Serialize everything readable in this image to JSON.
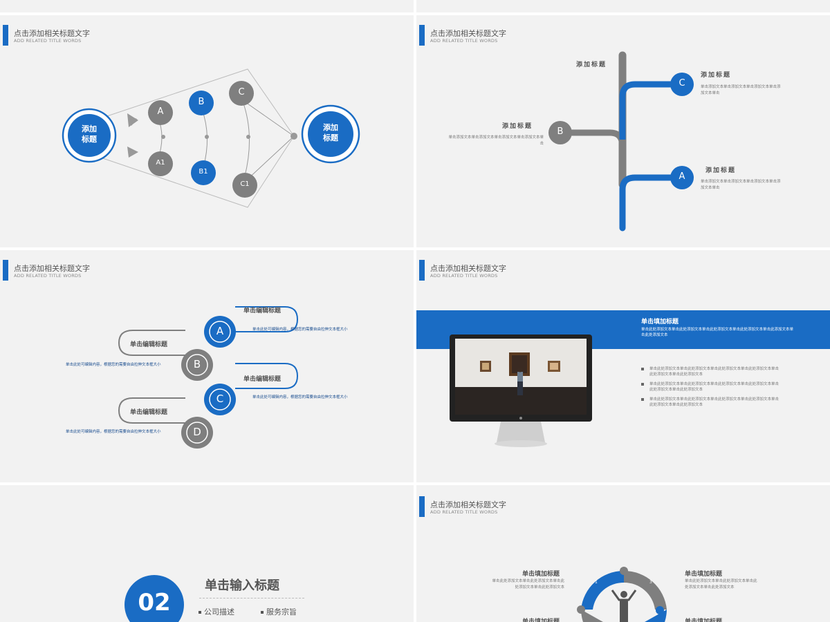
{
  "colors": {
    "accent": "#1a6cc4",
    "gray": "#7f7f7f",
    "background": "#f2f2f2"
  },
  "header": {
    "title": "点击添加相关标题文字",
    "subtitle": "ADD RELATED TITLE WORDS"
  },
  "slide_a": {
    "left_circle": [
      "添加",
      "标题"
    ],
    "right_circle": [
      "添加",
      "标题"
    ],
    "nodes": [
      "A",
      "A1",
      "B",
      "B1",
      "C",
      "C1"
    ]
  },
  "slide_b": {
    "title_top": "添加标题",
    "title_b": "添加标题",
    "title_c": "添加标题",
    "title_a": "添加标题",
    "node_b": "B",
    "node_c": "C",
    "node_a": "A",
    "text_b": "单击添加文本单击添加文本单击添加文本单击添加文本单击",
    "text_c": "单击添加文本单击添加文本单击添加文本单击添加文本单击",
    "text_a": "单击添加文本单击添加文本单击添加文本单击添加文本单击"
  },
  "slide_c": {
    "items": [
      {
        "letter": "A",
        "title": "单击编辑标题",
        "text": "单击此处可编辑内容，根据您的需要自由拉伸文本框大小"
      },
      {
        "letter": "B",
        "title": "单击编辑标题",
        "text": "单击此处可编辑内容，根据您的需要自由拉伸文本框大小"
      },
      {
        "letter": "C",
        "title": "单击编辑标题",
        "text": "单击此处可编辑内容，根据您的需要自由拉伸文本框大小"
      },
      {
        "letter": "D",
        "title": "单击编辑标题",
        "text": "单击此处可编辑内容，根据您的需要自由拉伸文本框大小"
      }
    ]
  },
  "slide_d": {
    "banner_title": "单击填加标题",
    "banner_text": "单击此处添加文本单击此处添加文本单击此处添加文本单击此处添加文本单击此添加文本单击此处添加文本",
    "bullets": [
      "单击此处添加文本单击此处添加文本单击此处添加文本单击此处添加文本单击此处添加文本单击此处添加文本",
      "单击此处添加文本单击此处添加文本单击此处添加文本单击此处添加文本单击此处添加文本单击此处添加文本",
      "单击此处添加文本单击此处添加文本单击此处添加文本单击此处添加文本单击此处添加文本单击此处添加文本"
    ]
  },
  "slide_e": {
    "number": "02",
    "title": "单击输入标题",
    "items": [
      "公司描述",
      "服务宗旨"
    ]
  },
  "slide_f": {
    "title_left_top": "单击填加标题",
    "title_right_top": "单击填加标题",
    "title_left_bottom": "单击填加标题",
    "title_right_bottom": "单击填加标题",
    "text_left_top": "单击此处添加文本单击此处添加文本单击此处添加文本单击此处添加文本",
    "text_right_top": "单击此处添加文本单击此处添加文本单击此处添加文本单击此处添加文本",
    "seg_labels": [
      "1",
      "3"
    ]
  }
}
